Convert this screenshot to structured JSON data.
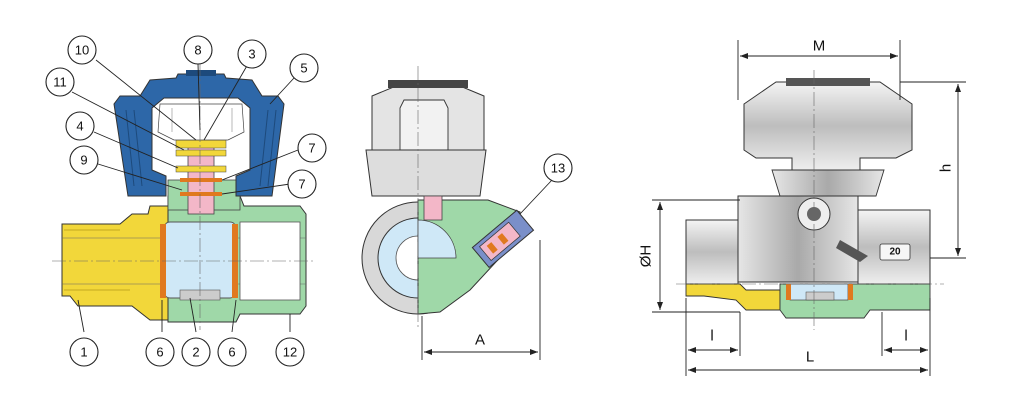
{
  "colors": {
    "blue_handle": "#2d67a8",
    "yellow_brass": "#f2d73a",
    "green_body": "#9fd8a8",
    "light_blue_ball": "#cfe8f7",
    "pink_stem": "#f3b7c8",
    "orange_seal": "#e0791f",
    "grey_metal": "#d4d4d4"
  },
  "callouts": [
    "10",
    "8",
    "3",
    "5",
    "11",
    "4",
    "9",
    "7",
    "7",
    "1",
    "6",
    "2",
    "6",
    "12",
    "13"
  ],
  "dimensions": {
    "M": "M",
    "h": "h",
    "oH": "ØH",
    "l_left": "l",
    "l_right": "l",
    "L": "L",
    "A": "A"
  },
  "size_badge": "20"
}
